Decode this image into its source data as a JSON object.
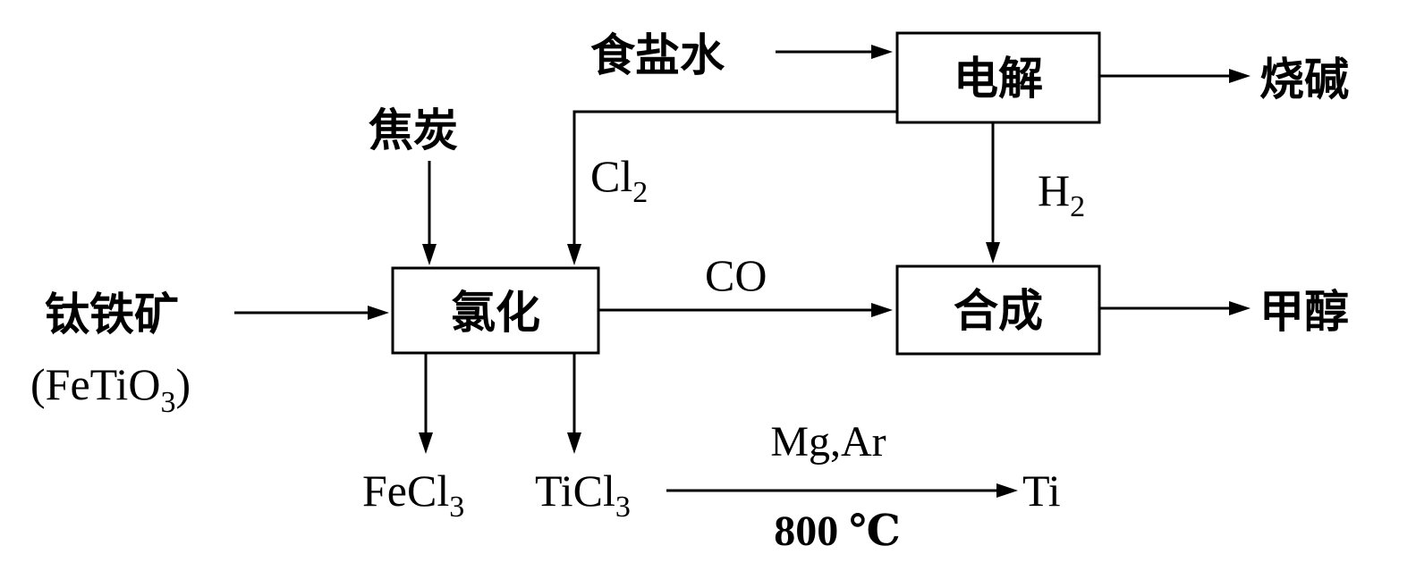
{
  "boxes": {
    "electrolysis": "电解",
    "chlorination": "氯化",
    "synthesis": "合成"
  },
  "inputs": {
    "salt_water": "食盐水",
    "coke": "焦炭",
    "ilmenite": "钛铁矿",
    "ilmenite_formula": {
      "main": "(FeTiO",
      "sub": "3",
      "tail": ")"
    }
  },
  "outputs": {
    "caustic_soda": "烧碱",
    "methanol": "甲醇",
    "fecl3": {
      "main": "FeCl",
      "sub": "3"
    },
    "ticl3": {
      "main": "TiCl",
      "sub": "3"
    },
    "ti": "Ti"
  },
  "flows": {
    "cl2": {
      "main": "Cl",
      "sub": "2"
    },
    "h2": {
      "main": "H",
      "sub": "2"
    },
    "co": "CO"
  },
  "reaction": {
    "reagents": "Mg,Ar",
    "temperature": "800 ℃"
  }
}
